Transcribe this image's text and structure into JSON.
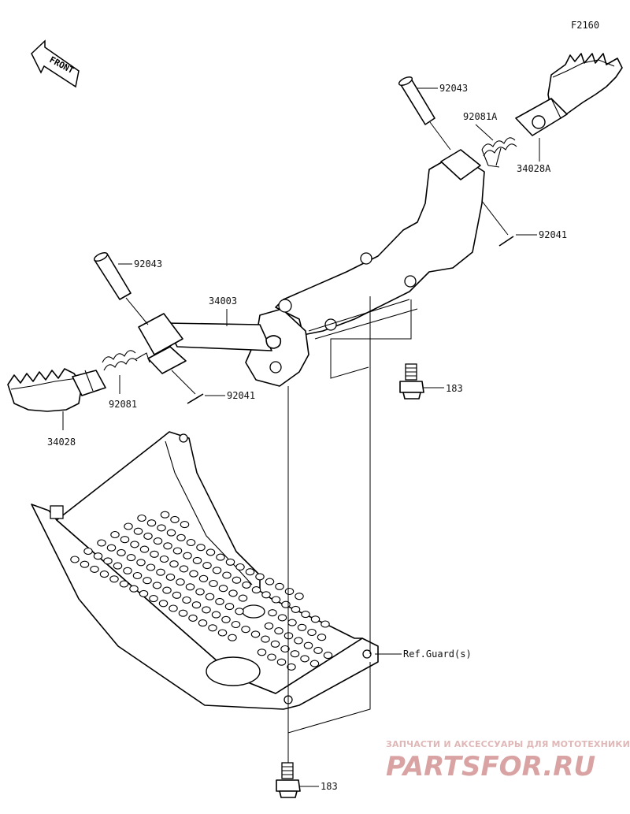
{
  "diagram_code": "F2160",
  "front_label": "FRONT",
  "callouts": {
    "pin_right": "92043",
    "spring_right": "92081A",
    "footpeg_right": "34028A",
    "cotter_right": "92041",
    "pin_left": "92043",
    "bracket": "34003",
    "spring_left": "92081",
    "footpeg_left": "34028",
    "cotter_left": "92041",
    "bolt_upper": "183",
    "guard_ref": "Ref.Guard(s)",
    "bolt_lower": "183"
  },
  "watermark": {
    "tagline": "ЗАПЧАСТИ И АКСЕССУАРЫ ДЛЯ МОТОТЕХНИКИ",
    "brand": "PARTSFOR.RU"
  }
}
